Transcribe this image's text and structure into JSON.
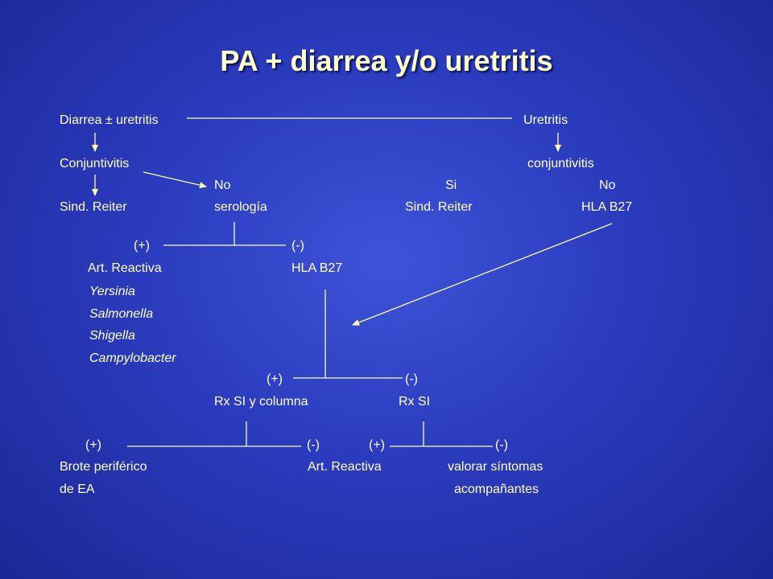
{
  "title": "PA + diarrea y/o uretritis",
  "nodes": {
    "diarrea_uretritis": "Diarrea ± uretritis",
    "uretritis": "Uretritis",
    "conjuntivitis_left": "Conjuntivitis",
    "conjuntivitis_right": "conjuntivitis",
    "no_left": "No",
    "si": "Si",
    "no_right": "No",
    "sind_reiter_left": "Sind. Reiter",
    "serologia": "serología",
    "sind_reiter_right": "Sind. Reiter",
    "hla_b27_right": "HLA B27",
    "pos_1": "(+)",
    "neg_1": "(-)",
    "art_reactiva_1": "Art. Reactiva",
    "hla_b27_mid": "HLA B27",
    "yersinia": "Yersinia",
    "salmonella": "Salmonella",
    "shigella": "Shigella",
    "campylobacter": "Campylobacter",
    "pos_2": "(+)",
    "neg_2": "(-)",
    "rx_si_columna": "Rx SI y columna",
    "rx_si": "Rx SI",
    "pos_3": "(+)",
    "neg_3": "(-)",
    "pos_4": "(+)",
    "neg_4": "(-)",
    "brote_periferico": "Brote periférico",
    "de_ea": "de EA",
    "art_reactiva_2": "Art. Reactiva",
    "valorar_sintomas": "valorar síntomas",
    "acompanantes": "acompañantes"
  },
  "colors": {
    "text": "#ffffc8",
    "lines": "#ffffa0",
    "background": "#2a3bbd"
  }
}
